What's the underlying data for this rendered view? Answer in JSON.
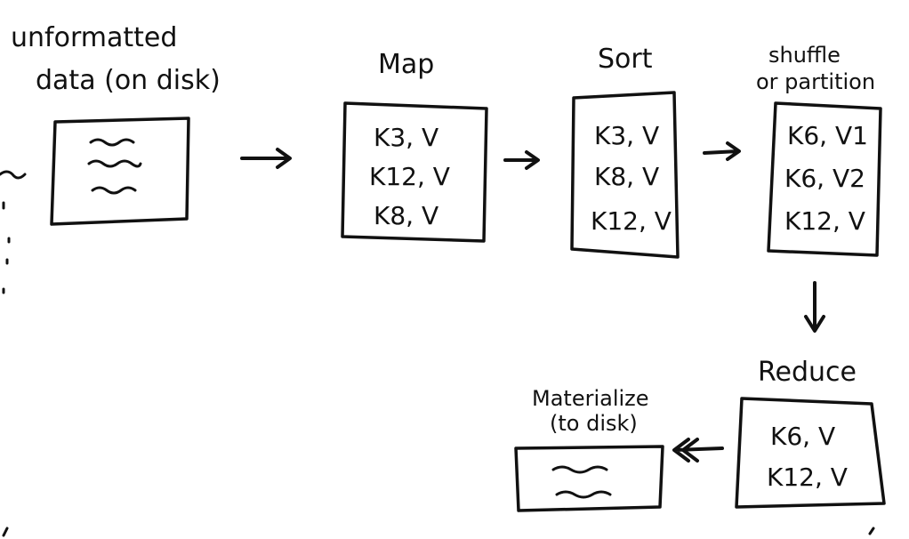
{
  "stages": {
    "input": {
      "label_line1": "unformatted",
      "label_line2": "data (on disk)"
    },
    "map": {
      "label": "Map",
      "entries": [
        "K3, V",
        "K12, V",
        "K8, V"
      ]
    },
    "sort": {
      "label": "Sort",
      "entries": [
        "K3, V",
        "K8, V",
        "K12, V"
      ]
    },
    "shuffle": {
      "label_line1": "shuffle",
      "label_line2": "or partition",
      "entries": [
        "K6, V1",
        "K6, V2",
        "K12, V"
      ]
    },
    "reduce": {
      "label": "Reduce",
      "entries": [
        "K6, V",
        "K12, V"
      ]
    },
    "materialize": {
      "label_line1": "Materialize",
      "label_line2": "(to disk)"
    }
  },
  "colors": {
    "ink": "#111111",
    "paper": "#ffffff"
  }
}
